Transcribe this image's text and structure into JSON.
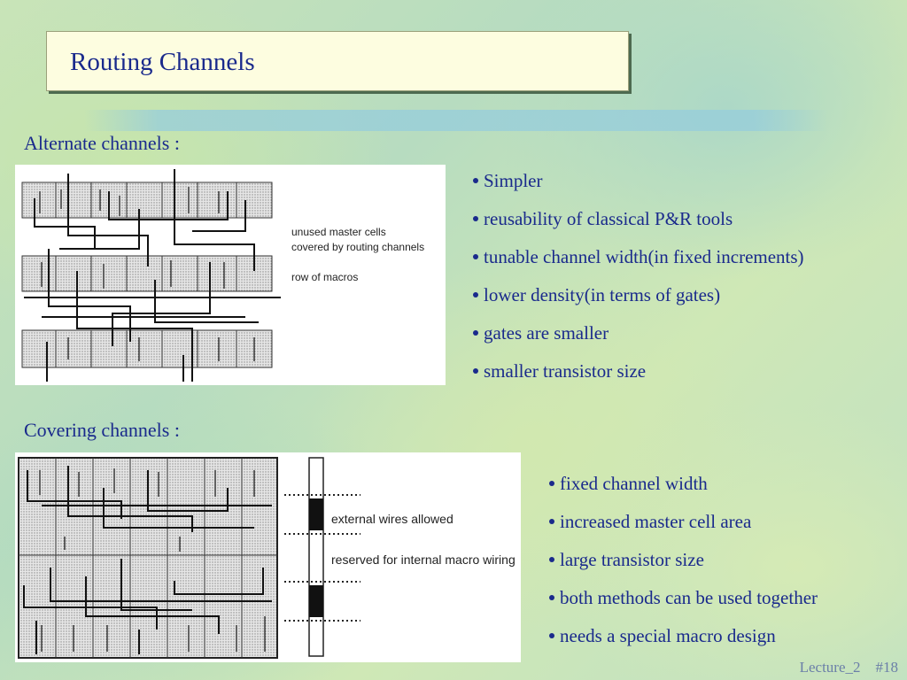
{
  "slide": {
    "title": "Routing Channels",
    "footer_lecture": "Lecture_2",
    "footer_page": "#18"
  },
  "alternate": {
    "heading": "Alternate channels :",
    "figure_labels": {
      "line1": "unused master cells",
      "line2": "covered by routing channels",
      "line3": "row of macros"
    },
    "bullets": [
      "Simpler",
      "reusability of classical P&R tools",
      "tunable channel width(in fixed increments)",
      "lower density(in terms of gates)",
      "gates are smaller",
      "smaller transistor size"
    ]
  },
  "covering": {
    "heading": "Covering channels :",
    "figure_labels": {
      "external": "external wires allowed",
      "reserved": "reserved for internal macro wiring"
    },
    "bullets": [
      "fixed channel width",
      "increased master cell area",
      "large transistor size",
      "both methods can be used together",
      "needs a special macro design"
    ]
  },
  "colors": {
    "text": "#1a2a8c",
    "title_bg": "#fdfde0",
    "footer": "#6b7fa8"
  }
}
